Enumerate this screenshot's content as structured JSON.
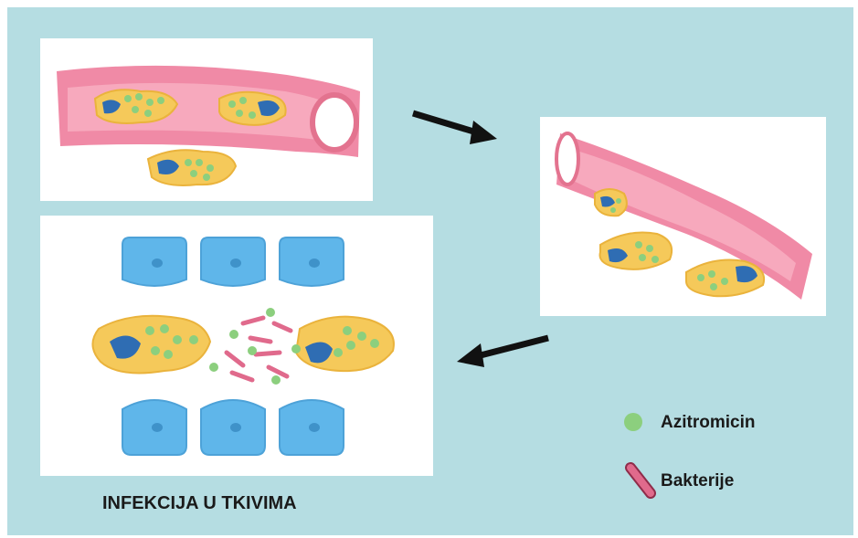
{
  "legend": {
    "items": [
      {
        "label": "Azitromicin",
        "symbol": "green-dot",
        "color": "#8ccf7e"
      },
      {
        "label": "Bakterije",
        "symbol": "pink-rod",
        "color": "#e06a8c"
      }
    ]
  },
  "panels": {
    "tissue": {
      "caption": "INFEKCIJA U TKIVIMA"
    }
  },
  "colors": {
    "background": "#b5dde2",
    "vessel": "#f08aa6",
    "cell_body": "#f5c95a",
    "cell_nucleus": "#2f6db3",
    "tissue_cell": "#5fb6ea"
  }
}
